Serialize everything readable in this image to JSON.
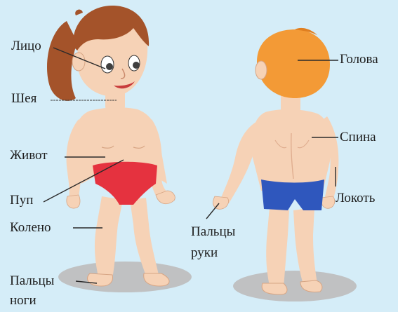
{
  "labels": {
    "face": "Лицо",
    "neck": "Шея",
    "belly": "Живот",
    "navel": "Пуп",
    "knee": "Колено",
    "toes_line1": "Пальцы",
    "toes_line2": "ноги",
    "head": "Голова",
    "back": "Спина",
    "elbow": "Локоть",
    "fingers_line1": "Пальцы",
    "fingers_line2": "руки"
  },
  "colors": {
    "background": "#d5edf8",
    "skin": "#f6d2b6",
    "skin_shadow": "#e7b395",
    "girl_hair": "#a4532a",
    "boy_hair": "#f39a36",
    "girl_shorts": "#e5323f",
    "boy_shorts": "#2f57bd",
    "floor_shadow": "#b8b2b0"
  }
}
